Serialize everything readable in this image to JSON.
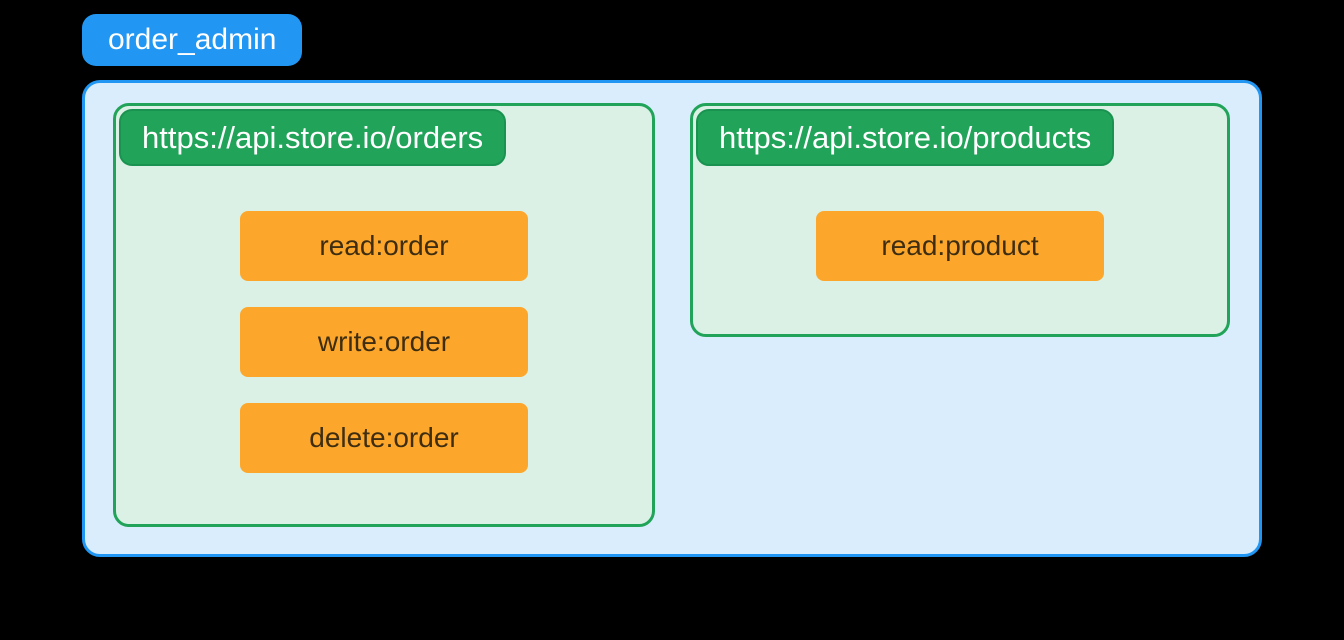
{
  "diagram": {
    "role_badge": "order_admin",
    "resources": [
      {
        "url": "https://api.store.io/orders",
        "scopes": [
          "read:order",
          "write:order",
          "delete:order"
        ]
      },
      {
        "url": "https://api.store.io/products",
        "scopes": [
          "read:product"
        ]
      }
    ]
  },
  "colors": {
    "background": "#000000",
    "blue": "#2196F3",
    "blue_fill": "#D9EDFC",
    "green": "#21A45A",
    "green_dark": "#1A9350",
    "green_fill": "#DBF1E5",
    "orange": "#FCA72C",
    "orange_text": "#3E2D10",
    "white_text": "#FFFFFF"
  }
}
